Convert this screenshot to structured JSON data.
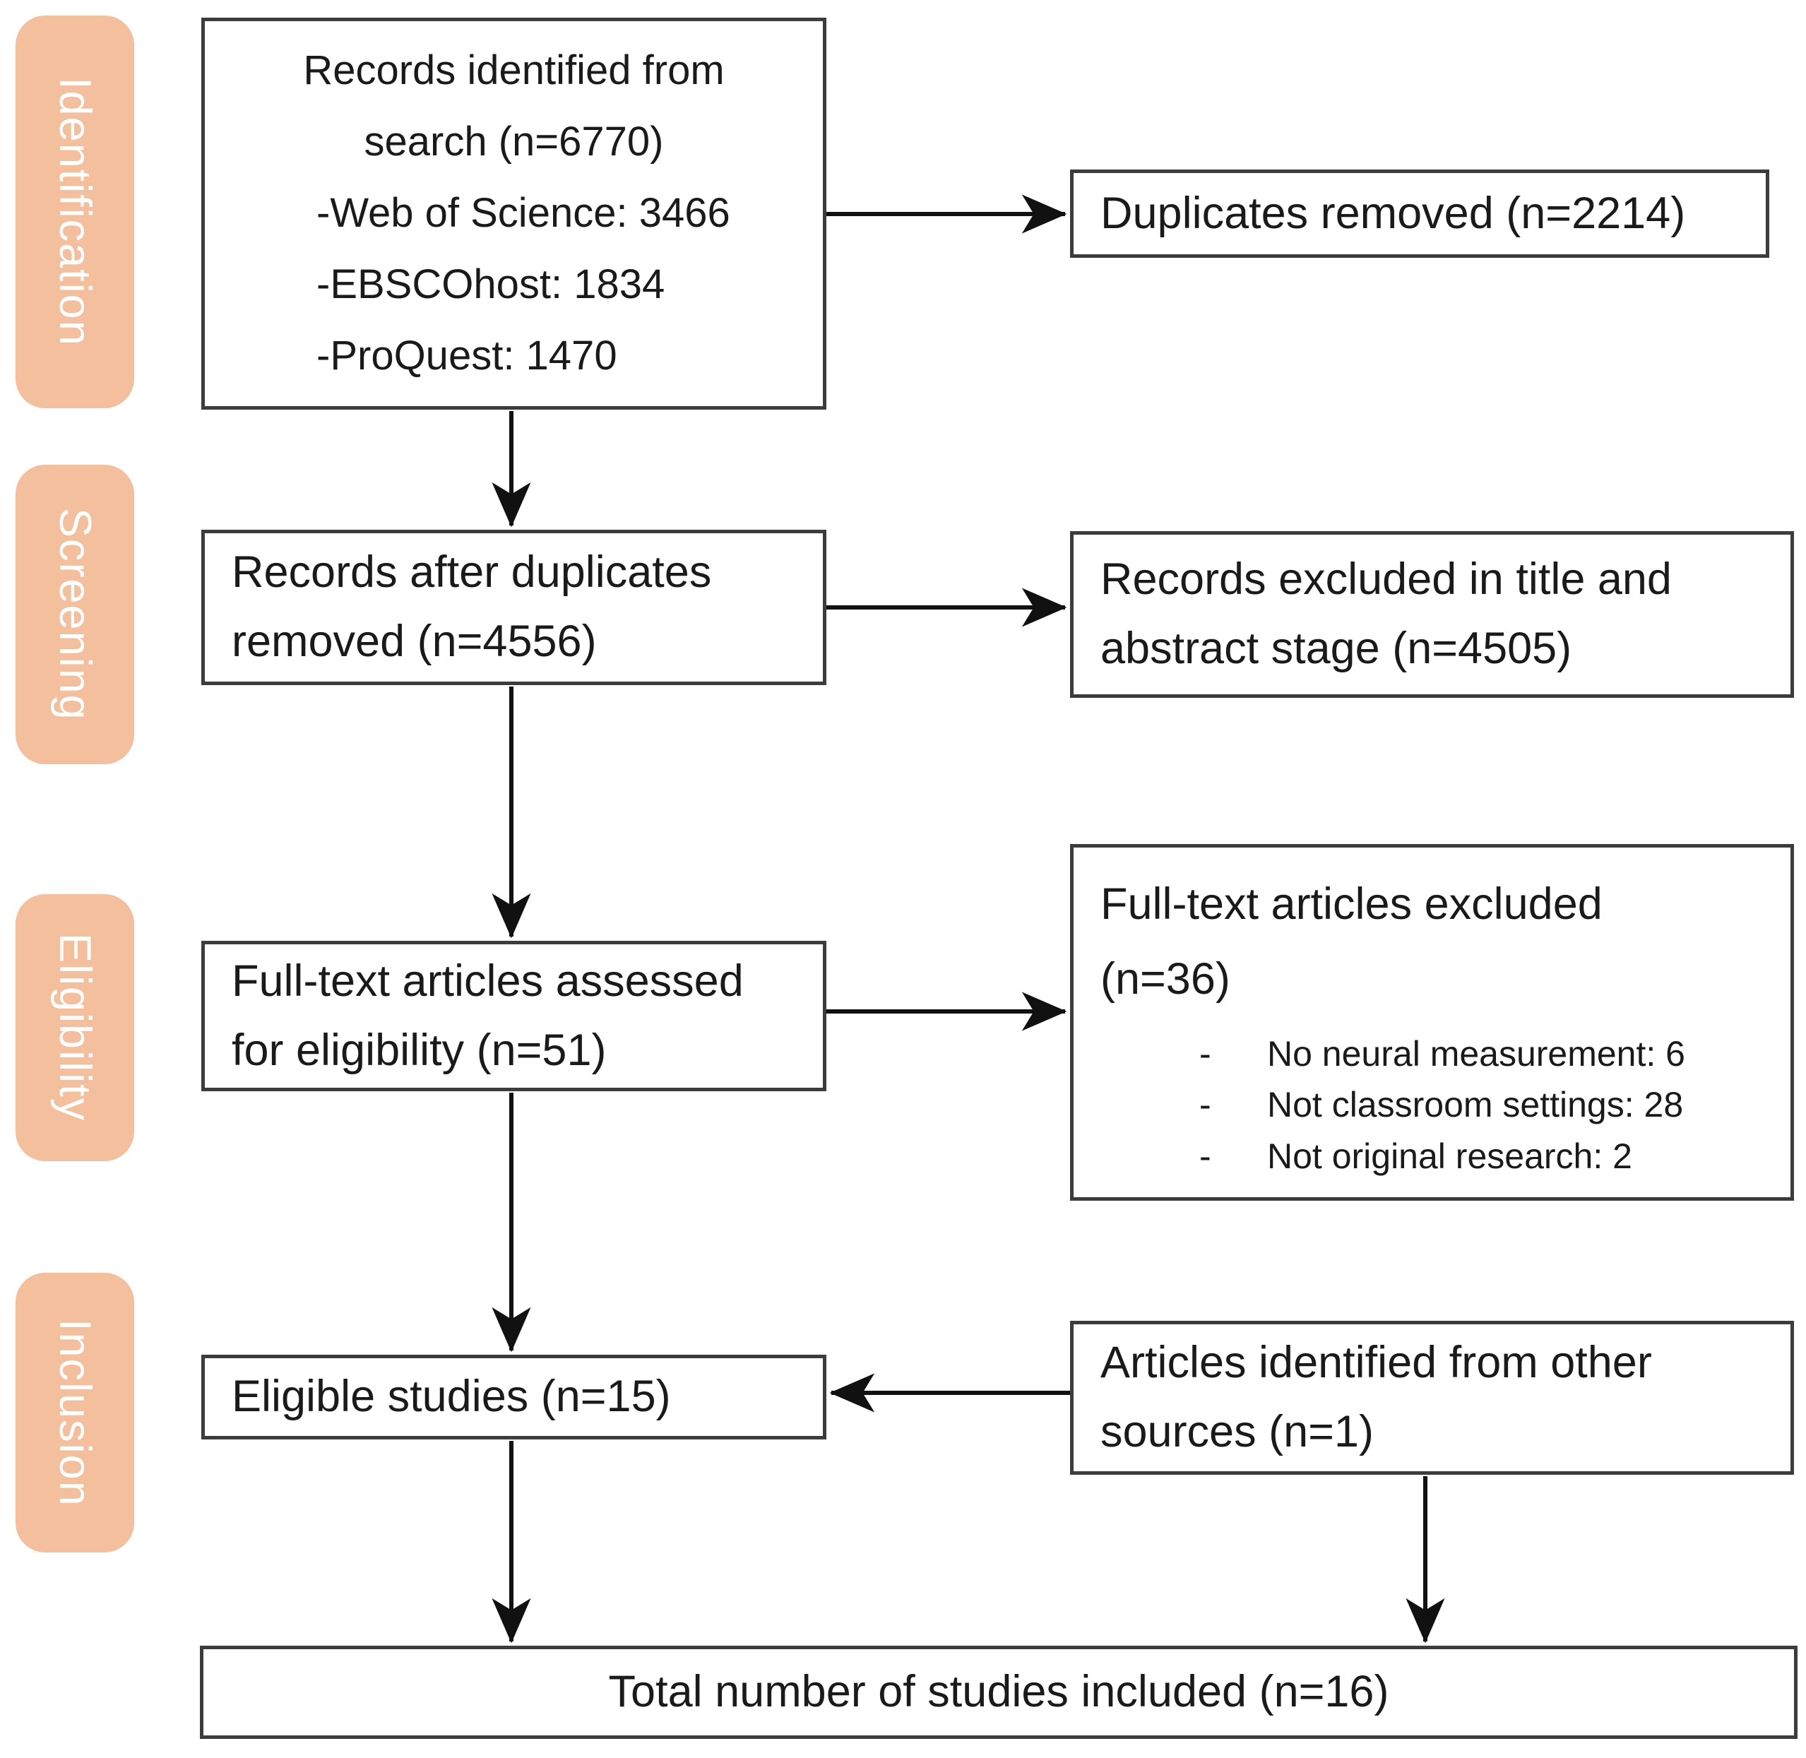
{
  "stages": [
    {
      "label": "Identification"
    },
    {
      "label": "Screening"
    },
    {
      "label": "Eligibility"
    },
    {
      "label": "Inclusion"
    }
  ],
  "boxes": {
    "records_identified": {
      "line1": "Records identified from",
      "line2": "search (n=6770)",
      "sources": [
        "-Web of Science: 3466",
        "-EBSCOhost: 1834",
        "-ProQuest: 1470"
      ]
    },
    "duplicates_removed": {
      "text": "Duplicates removed (n=2214)"
    },
    "records_after_duplicates": {
      "line1": "Records after duplicates",
      "line2": "removed (n=4556)"
    },
    "records_excluded": {
      "line1": "Records excluded in title and",
      "line2": "abstract stage (n=4505)"
    },
    "fulltext_assessed": {
      "line1": "Full-text articles assessed",
      "line2": "for eligibility (n=51)"
    },
    "fulltext_excluded": {
      "line1": "Full-text articles excluded",
      "line2": "(n=36)",
      "reasons": [
        {
          "marker": "-",
          "text": "No neural measurement: 6"
        },
        {
          "marker": "-",
          "text": "Not classroom settings: 28"
        },
        {
          "marker": "-",
          "text": "Not original research: 2"
        }
      ]
    },
    "eligible_studies": {
      "text": "Eligible studies (n=15)"
    },
    "other_sources": {
      "line1": "Articles identified from other",
      "line2": "sources (n=1)"
    },
    "total_included": {
      "text": "Total number of studies included (n=16)"
    }
  },
  "colors": {
    "stage_fill": "#F4BF9D",
    "stage_text": "#FFFFFF",
    "box_border": "#3C3C3C",
    "arrow": "#111111",
    "text": "#1A1A1A",
    "background": "#FFFFFF"
  }
}
